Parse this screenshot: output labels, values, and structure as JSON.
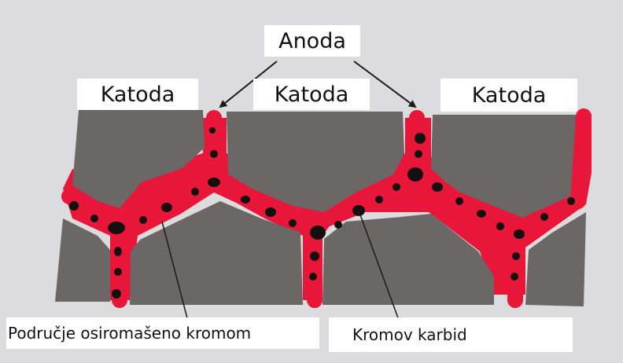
{
  "labels": {
    "anode": "Anoda",
    "cathodes": [
      "Katoda",
      "Katoda",
      "Katoda"
    ],
    "depleted_zone": "Područje osiromašeno kromom",
    "carbide": "Kromov karbid"
  },
  "colors": {
    "background": "#dcdcde",
    "grain": "#6b6767",
    "depleted_zone": "#e8173a",
    "carbide": "#141010",
    "label_box": "#ffffff",
    "arrow": "#1a1a1a"
  }
}
